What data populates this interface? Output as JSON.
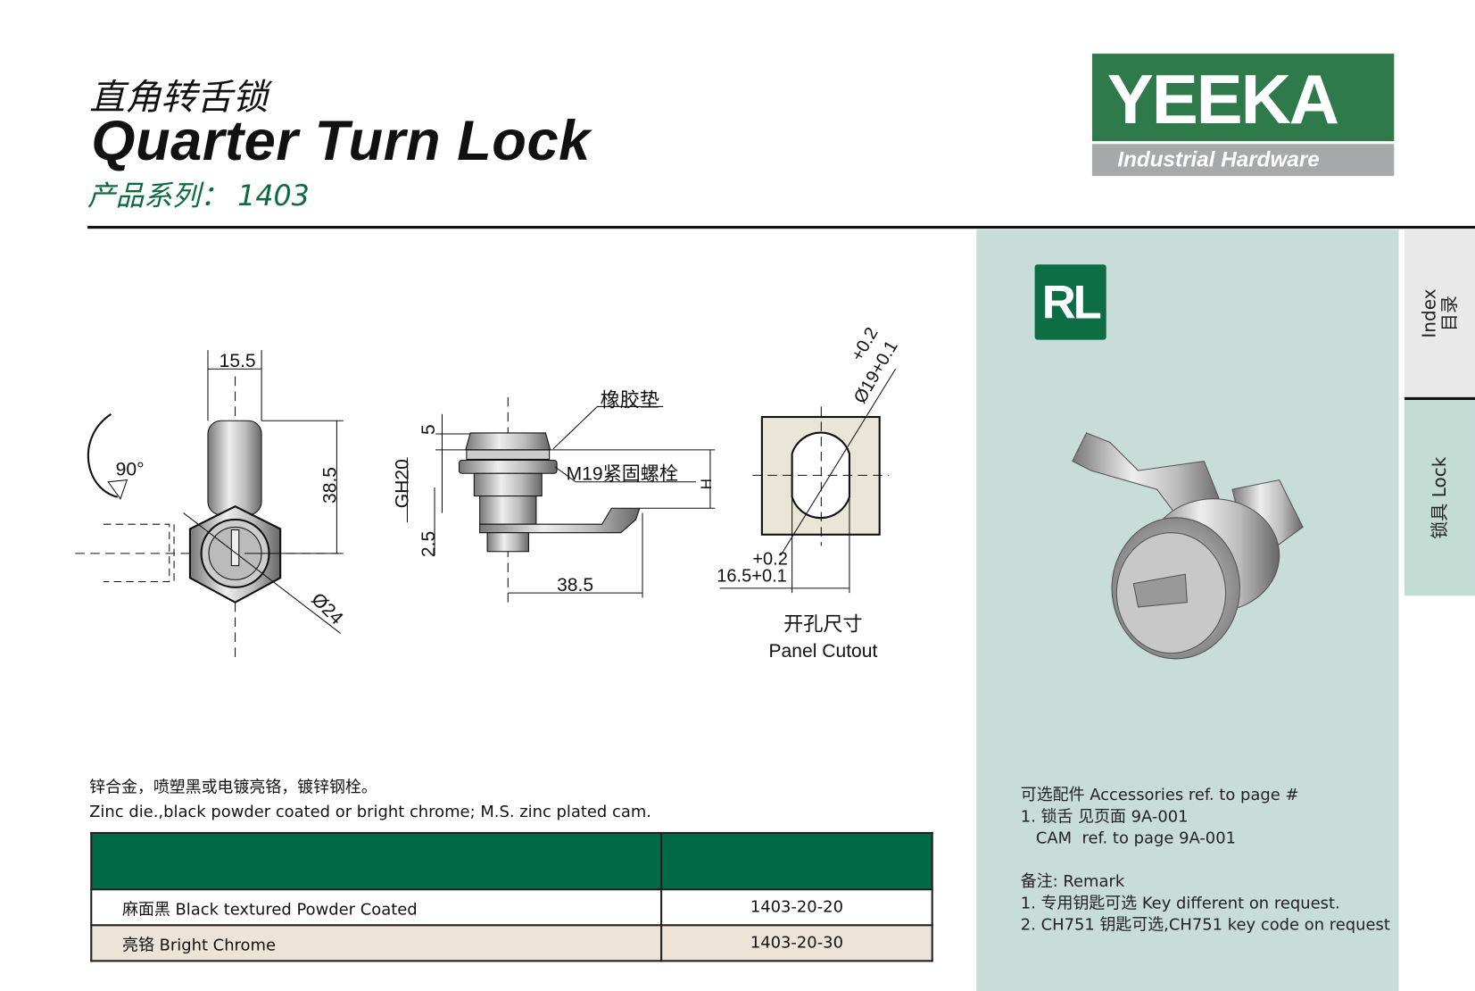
{
  "header": {
    "title_cn": "直角转舌锁",
    "title_en": "Quarter Turn Lock",
    "series": "产品系列： 1403"
  },
  "logo": {
    "brand": "YEEKA",
    "tagline": "Industrial Hardware"
  },
  "tabs": [
    {
      "cn": "目录",
      "en": "Index"
    },
    {
      "cn": "锁具",
      "en": "Lock"
    }
  ],
  "badge": "RL",
  "drawing": {
    "rotation": "90°",
    "width_dim": "15.5",
    "height_dim": "38.5",
    "diameter": "Ø24",
    "gasket": "橡胶垫",
    "nut": "M19紧固螺栓",
    "h": "H",
    "gh": "GH20",
    "dim5": "5",
    "dim25": "2.5",
    "cam_len": "38.5",
    "cutout_dia": "Ø19+0.1",
    "cutout_dia_tol": "+0.2",
    "cutout_w": "16.5+0.1",
    "cutout_w_tol": "+0.2",
    "cutout_cn": "开孔尺寸",
    "cutout_en": "Panel Cutout"
  },
  "material": {
    "cn": "锌合金，喷塑黑或电镀亮铬，镀锌钢栓。",
    "en": "Zinc die.,black powder coated or bright chrome; M.S. zinc plated cam."
  },
  "table": {
    "rows": [
      {
        "finish": "麻面黑  Black textured Powder Coated",
        "code": "1403-20-20"
      },
      {
        "finish": "亮铬 Bright Chrome",
        "code": "1403-20-30"
      }
    ]
  },
  "accessories": {
    "lines": [
      "可选配件 Accessories ref. to page #",
      "1. 锁舌 见页面 9A-001",
      "   CAM  ref. to page 9A-001",
      "",
      "备注: Remark",
      "1. 专用钥匙可选 Key different on request.",
      "2. CH751 钥匙可选,CH751 key code on request"
    ]
  },
  "colors": {
    "brand_green": "#2e7a4b",
    "table_green": "#006a46",
    "panel": "#c9ddd8"
  }
}
